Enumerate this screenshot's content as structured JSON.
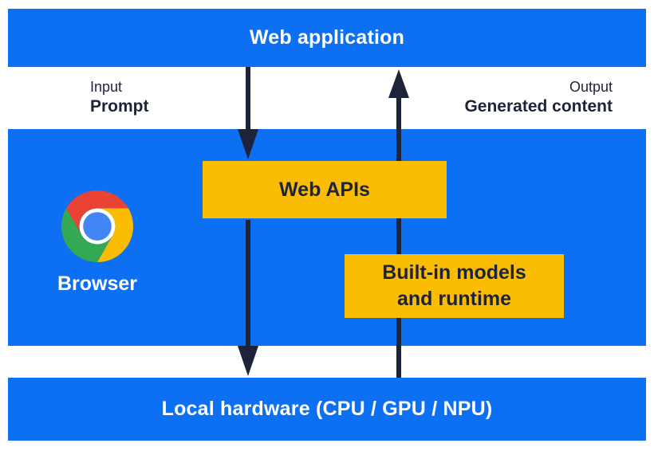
{
  "top_bar": {
    "label": "Web application"
  },
  "io_labels": {
    "input_title": "Input",
    "input_value": "Prompt",
    "output_title": "Output",
    "output_value": "Generated content"
  },
  "browser_panel": {
    "label": "Browser",
    "logo_icon": "chrome-logo-icon",
    "web_apis_label": "Web APIs",
    "builtin_line1": "Built-in models",
    "builtin_line2": "and runtime"
  },
  "bottom_bar": {
    "label": "Local hardware (CPU / GPU / NPU)"
  },
  "colors": {
    "panel_blue": "#0d70f2",
    "box_yellow": "#fbbc04",
    "ink": "#1d2339",
    "text_on_blue": "#ffffff",
    "chrome_red": "#ea4335",
    "chrome_green": "#34a853",
    "chrome_yellow": "#fbbc04",
    "chrome_blue": "#4285f4",
    "chrome_ring": "#ffffff"
  }
}
